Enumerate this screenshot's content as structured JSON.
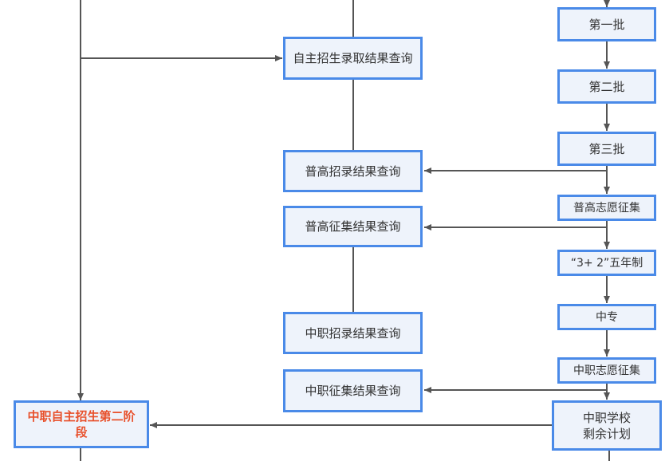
{
  "nodes": {
    "zizhu_query": "自主招生录取结果查询",
    "pugao_zhaolu": "普高招录结果查询",
    "pugao_zhengji": "普高征集结果查询",
    "zhongzhi_zhaolu": "中职招录结果查询",
    "zhongzhi_zhengji": "中职征集结果查询",
    "batch1": "第一批",
    "batch2": "第二批",
    "batch3": "第三批",
    "pugao_zhiyuan": "普高志愿征集",
    "three_plus_two": "“3+ 2”五年制",
    "zhongzhuan": "中专",
    "zhongzhi_zhiyuan": "中职志愿征集",
    "zhongzhi_remaining_l1": "中职学校",
    "zhongzhi_remaining_l2": "剩余计划",
    "zhongzhi_stage2_l1": "中职自主招生第二阶",
    "zhongzhi_stage2_l2": "段"
  },
  "colors": {
    "node_border": "#4a8ae8",
    "node_fill": "#eef3fb",
    "line": "#555555",
    "highlight_text": "#e8502b"
  }
}
